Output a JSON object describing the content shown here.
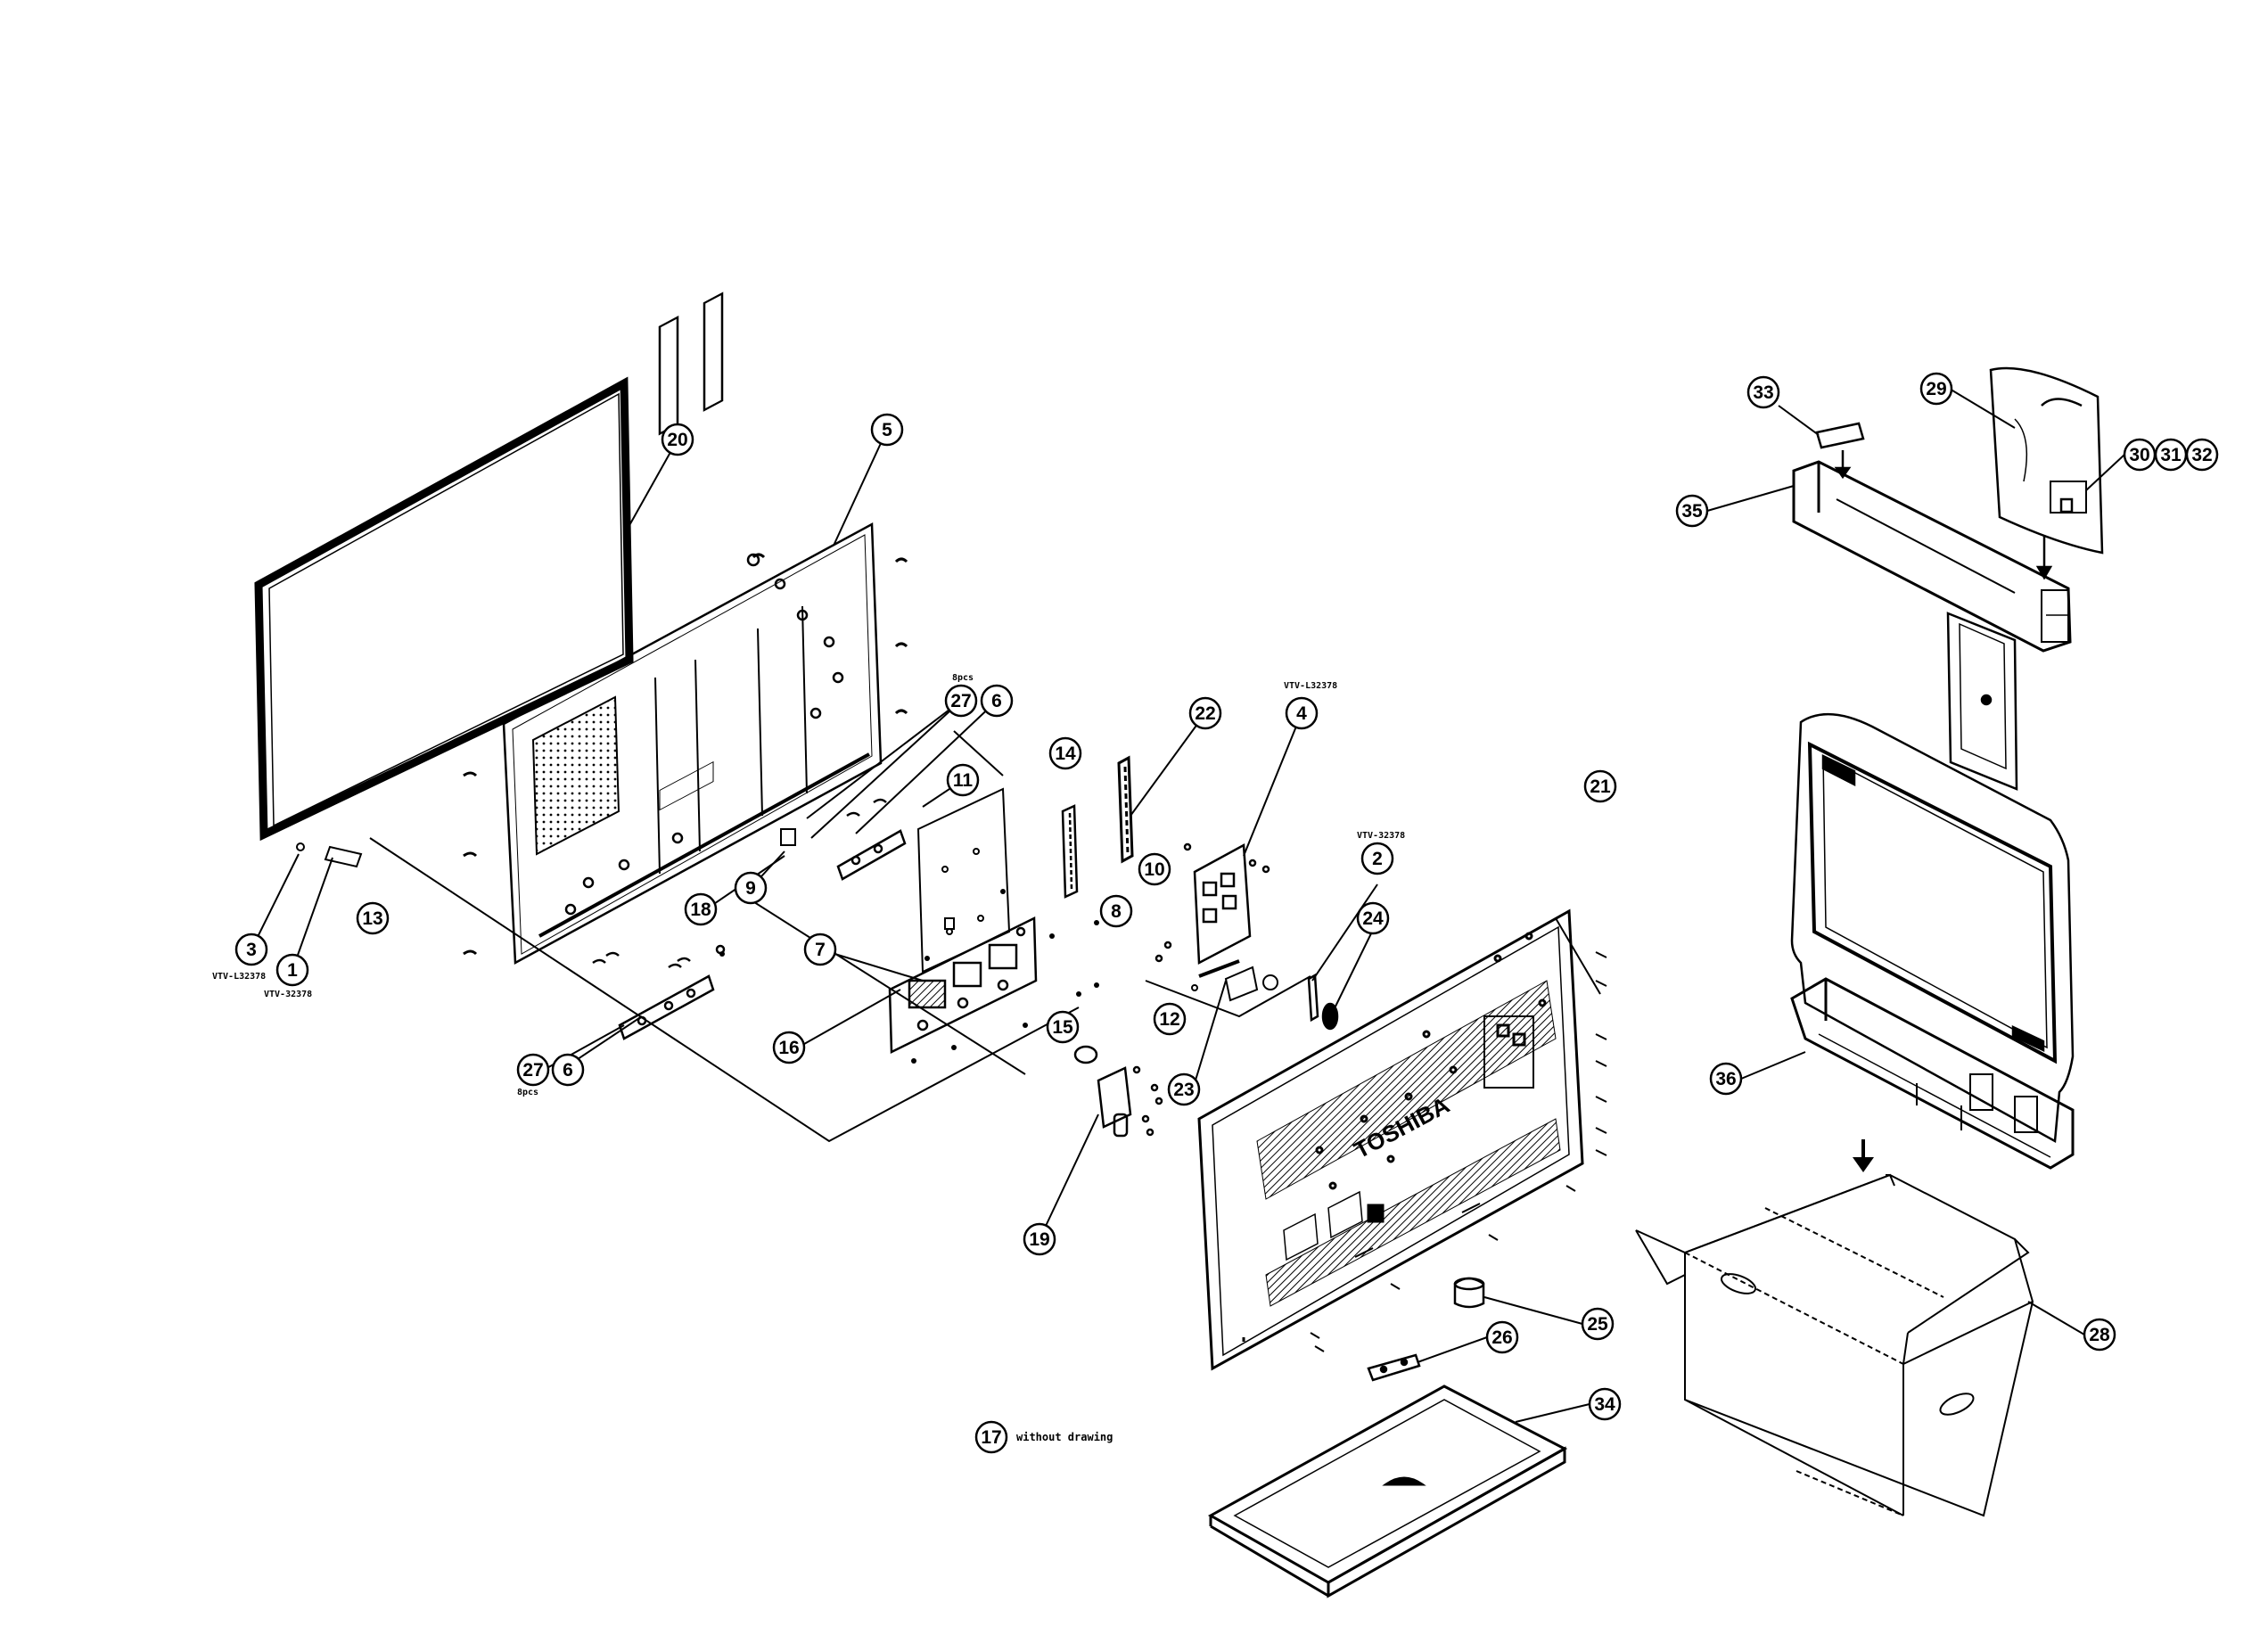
{
  "callouts": [
    {
      "id": "20",
      "label": "20"
    },
    {
      "id": "5",
      "label": "5"
    },
    {
      "id": "27a",
      "label": "27"
    },
    {
      "id": "6a",
      "label": "6"
    },
    {
      "id": "11",
      "label": "11"
    },
    {
      "id": "14",
      "label": "14"
    },
    {
      "id": "22",
      "label": "22"
    },
    {
      "id": "4",
      "label": "4"
    },
    {
      "id": "10",
      "label": "10"
    },
    {
      "id": "9",
      "label": "9"
    },
    {
      "id": "18",
      "label": "18"
    },
    {
      "id": "8",
      "label": "8"
    },
    {
      "id": "7",
      "label": "7"
    },
    {
      "id": "13",
      "label": "13"
    },
    {
      "id": "3",
      "label": "3"
    },
    {
      "id": "1",
      "label": "1"
    },
    {
      "id": "27b",
      "label": "27"
    },
    {
      "id": "6b",
      "label": "6"
    },
    {
      "id": "16",
      "label": "16"
    },
    {
      "id": "15",
      "label": "15"
    },
    {
      "id": "12",
      "label": "12"
    },
    {
      "id": "23",
      "label": "23"
    },
    {
      "id": "2",
      "label": "2"
    },
    {
      "id": "24",
      "label": "24"
    },
    {
      "id": "21",
      "label": "21"
    },
    {
      "id": "19",
      "label": "19"
    },
    {
      "id": "17",
      "label": "17"
    },
    {
      "id": "25",
      "label": "25"
    },
    {
      "id": "26",
      "label": "26"
    },
    {
      "id": "34",
      "label": "34"
    },
    {
      "id": "33",
      "label": "33"
    },
    {
      "id": "29",
      "label": "29"
    },
    {
      "id": "30",
      "label": "30"
    },
    {
      "id": "31",
      "label": "31"
    },
    {
      "id": "32",
      "label": "32"
    },
    {
      "id": "35",
      "label": "35"
    },
    {
      "id": "36",
      "label": "36"
    },
    {
      "id": "28",
      "label": "28"
    }
  ],
  "part_tags": {
    "tag_3": "VTV-L32378",
    "tag_1": "VTV-32378",
    "tag_4": "VTV-L32378",
    "tag_2": "VTV-32378",
    "qty_27a": "8pcs",
    "qty_27b": "8pcs"
  },
  "note": {
    "number": "17",
    "text": "without drawing"
  },
  "brand_text": "TOSHIBA",
  "colors": {
    "line": "#000000",
    "background": "#ffffff",
    "hatch": "#333333"
  }
}
